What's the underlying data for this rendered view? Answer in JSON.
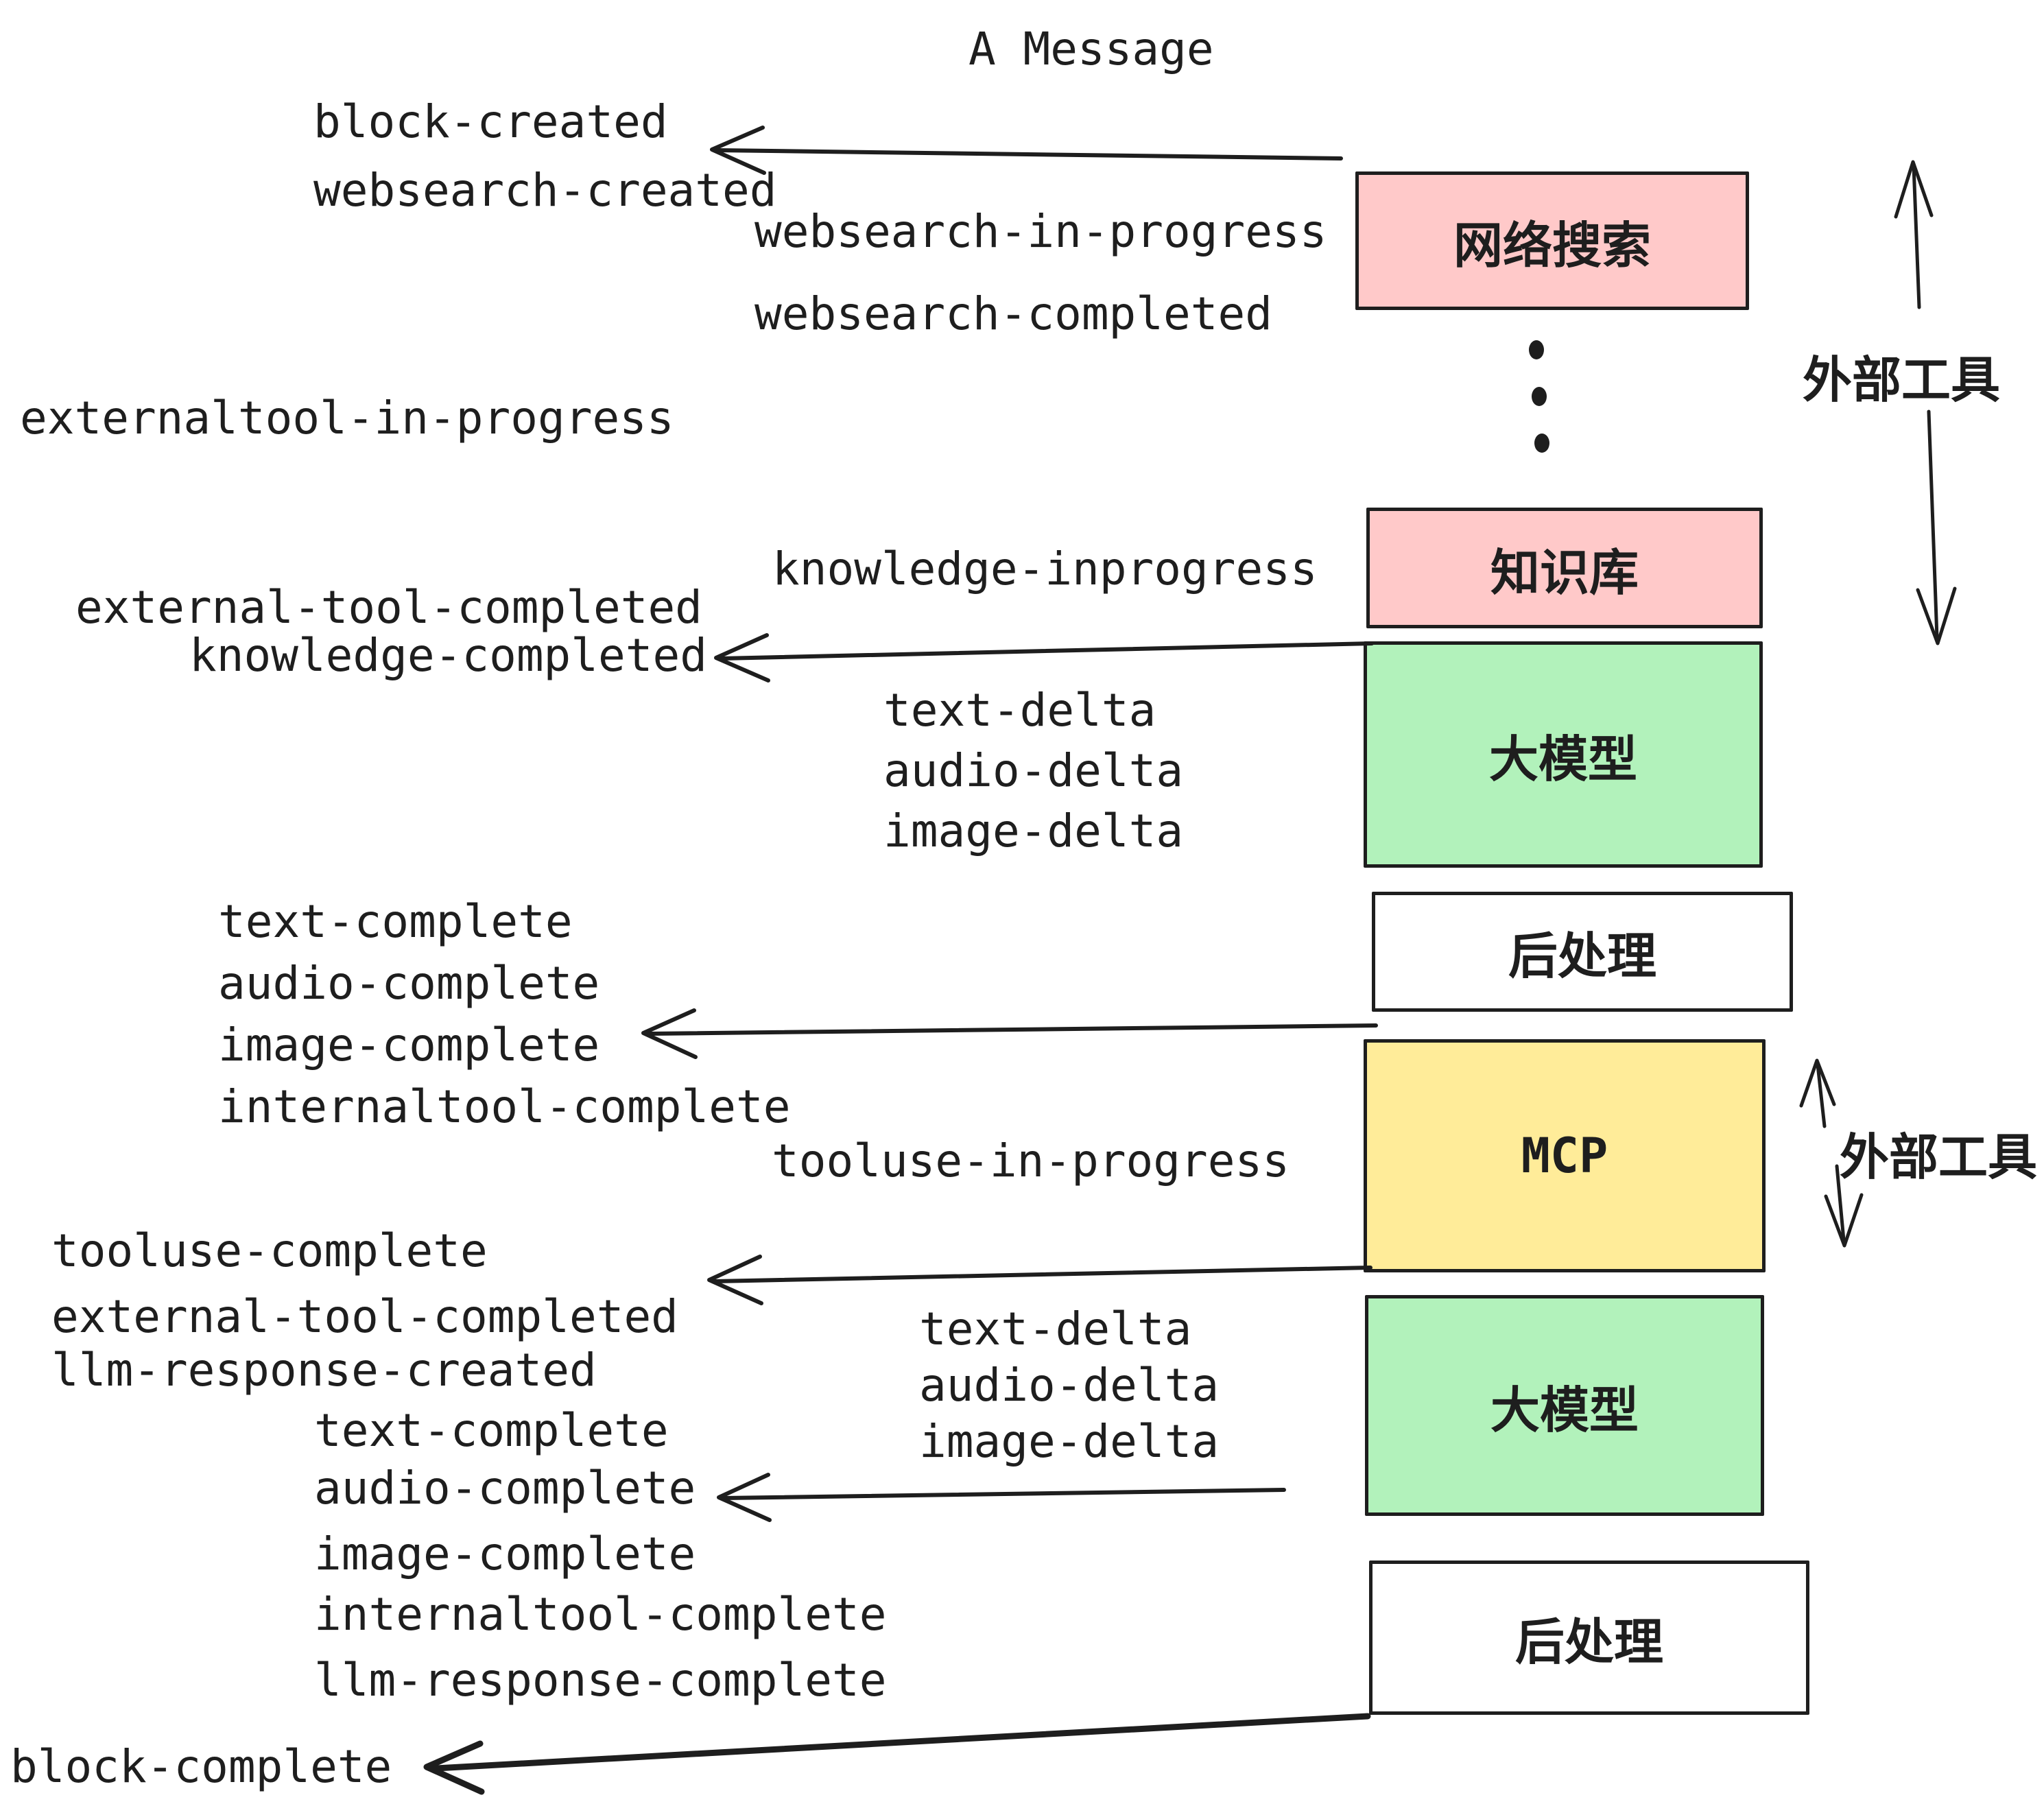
{
  "title": "A Message",
  "colors": {
    "ink": "#1e1e1e",
    "pink": "#ffc9c9",
    "green": "#b2f2bb",
    "yellow": "#ffec99",
    "white": "#ffffff"
  },
  "boxes": [
    {
      "id": "websearch",
      "label": "网络搜索",
      "color": "#ffc9c9"
    },
    {
      "id": "knowledge",
      "label": "知识库",
      "color": "#ffc9c9"
    },
    {
      "id": "llm-1",
      "label": "大模型",
      "color": "#b2f2bb"
    },
    {
      "id": "postprocess-1",
      "label": "后处理",
      "color": "#ffffff"
    },
    {
      "id": "mcp",
      "label": "MCP",
      "color": "#ffec99"
    },
    {
      "id": "llm-2",
      "label": "大模型",
      "color": "#b2f2bb"
    },
    {
      "id": "postprocess-2",
      "label": "后处理",
      "color": "#ffffff"
    }
  ],
  "side_labels": [
    {
      "id": "external-tools-top",
      "label": "外部工具"
    },
    {
      "id": "external-tools-bottom",
      "label": "外部工具"
    }
  ],
  "ellipsis_dots": 3,
  "events": [
    "block-created",
    "websearch-created",
    "websearch-in-progress",
    "websearch-completed",
    "externaltool-in-progress",
    "knowledge-inprogress",
    "external-tool-completed",
    "knowledge-completed",
    "text-delta",
    "audio-delta",
    "image-delta",
    "text-complete",
    "audio-complete",
    "image-complete",
    "internaltool-complete",
    "tooluse-in-progress",
    "tooluse-complete",
    "external-tool-completed",
    "llm-response-created",
    "text-delta",
    "audio-delta",
    "image-delta",
    "text-complete",
    "audio-complete",
    "image-complete",
    "internaltool-complete",
    "llm-response-complete",
    "block-complete"
  ]
}
